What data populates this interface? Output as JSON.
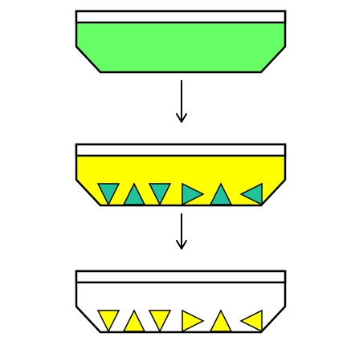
{
  "diagram": {
    "steps": [
      {
        "id": "step-1",
        "fill": "#66ff66",
        "lid_fill": "#ffffff",
        "triangles": []
      },
      {
        "id": "step-2",
        "fill": "#ffff00",
        "lid_fill": "#ffffff",
        "triangle_fill": "#1fc29b",
        "triangles": [
          "down",
          "up",
          "down",
          "right",
          "up",
          "left"
        ]
      },
      {
        "id": "step-3",
        "fill": "#ffffff",
        "lid_fill": "#ffffff",
        "triangle_fill": "#ffff00",
        "triangles": [
          "down",
          "up",
          "down",
          "right",
          "up",
          "left"
        ]
      }
    ],
    "arrows": [
      {
        "from": "step-1",
        "to": "step-2",
        "direction": "down"
      },
      {
        "from": "step-2",
        "to": "step-3",
        "direction": "down"
      }
    ],
    "stroke_color": "#000000"
  }
}
